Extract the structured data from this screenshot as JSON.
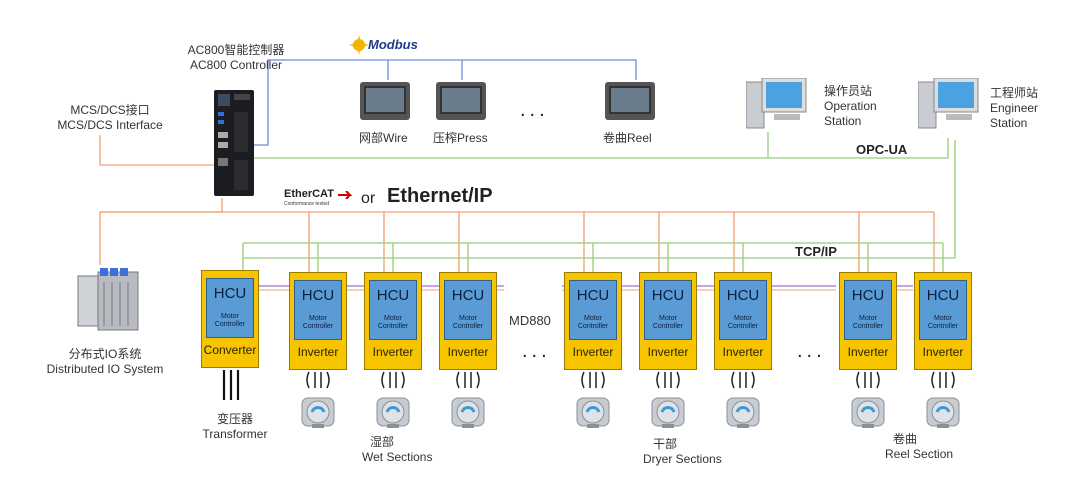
{
  "controller": {
    "label_cn": "AC800智能控制器",
    "label_en": "AC800 Controller"
  },
  "mcs_interface": {
    "label_cn": "MCS/DCS接口",
    "label_en": "MCS/DCS Interface"
  },
  "modbus": {
    "label": "Modbus"
  },
  "hmi": [
    {
      "label": "网部Wire"
    },
    {
      "label": "压榨Press"
    },
    {
      "label": "卷曲Reel"
    }
  ],
  "stations": [
    {
      "label_cn": "操作员站",
      "label_en1": "Operation",
      "label_en2": "Station"
    },
    {
      "label_cn": "工程师站",
      "label_en1": "Engineer",
      "label_en2": "Station"
    }
  ],
  "networks": {
    "opcua": "OPC-UA",
    "ethercat": "EtherCAT",
    "ethercat_sub": "Conformance tested",
    "or": "or",
    "ethernetip": "Ethernet/IP",
    "tcpip": "TCP/IP",
    "md880": "MD880"
  },
  "dio": {
    "label_cn": "分布式IO系统",
    "label_en": "Distributed IO System"
  },
  "units": [
    {
      "title": "HCU",
      "sub1": "Motor",
      "sub2": "Controller",
      "kind": "Converter"
    },
    {
      "title": "HCU",
      "sub1": "Motor",
      "sub2": "Controller",
      "kind": "Inverter"
    },
    {
      "title": "HCU",
      "sub1": "Motor",
      "sub2": "Controller",
      "kind": "Inverter"
    },
    {
      "title": "HCU",
      "sub1": "Motor",
      "sub2": "Controller",
      "kind": "Inverter"
    },
    {
      "title": "HCU",
      "sub1": "Motor",
      "sub2": "Controller",
      "kind": "Inverter"
    },
    {
      "title": "HCU",
      "sub1": "Motor",
      "sub2": "Controller",
      "kind": "Inverter"
    },
    {
      "title": "HCU",
      "sub1": "Motor",
      "sub2": "Controller",
      "kind": "Inverter"
    },
    {
      "title": "HCU",
      "sub1": "Motor",
      "sub2": "Controller",
      "kind": "Inverter"
    },
    {
      "title": "HCU",
      "sub1": "Motor",
      "sub2": "Controller",
      "kind": "Inverter"
    }
  ],
  "transformer": {
    "label_cn": "变压器",
    "label_en": "Transformer"
  },
  "sections": [
    {
      "label_cn": "湿部",
      "label_en": "Wet Sections"
    },
    {
      "label_cn": "干部",
      "label_en": "Dryer Sections"
    },
    {
      "label_cn": "卷曲",
      "label_en": "Reel Section"
    }
  ],
  "ellipsis": "...",
  "colors": {
    "orange_wire": "#f0a070",
    "green_wire": "#9ccc78",
    "blue_wire": "#6a8fd8",
    "purple_bus": "#9a70c8",
    "unit_fill": "#f7c500",
    "hcu_fill": "#5b9bd5"
  }
}
